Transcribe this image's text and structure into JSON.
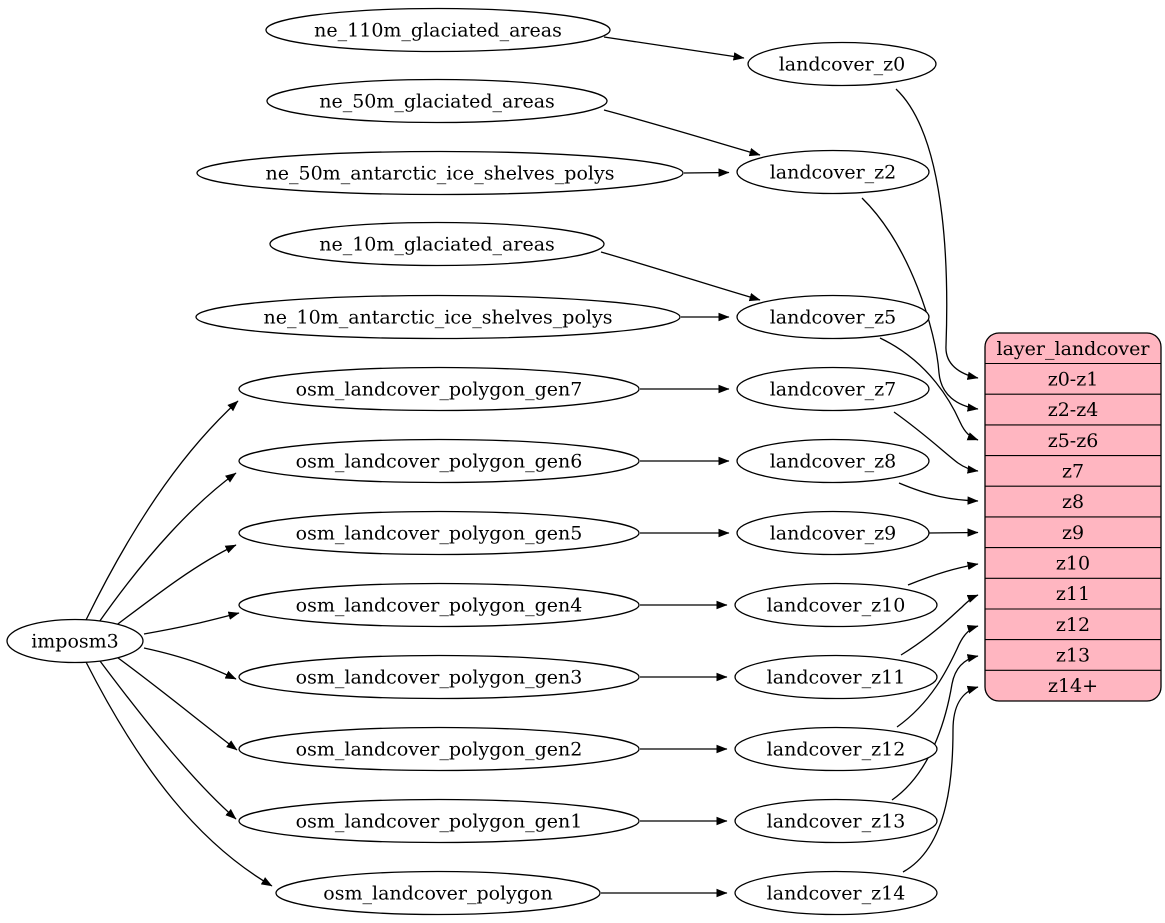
{
  "diagram": {
    "type": "dependency-graph",
    "root": {
      "label": "imposm3"
    },
    "sources": [
      "ne_110m_glaciated_areas",
      "ne_50m_glaciated_areas",
      "ne_50m_antarctic_ice_shelves_polys",
      "ne_10m_glaciated_areas",
      "ne_10m_antarctic_ice_shelves_polys",
      "osm_landcover_polygon_gen7",
      "osm_landcover_polygon_gen6",
      "osm_landcover_polygon_gen5",
      "osm_landcover_polygon_gen4",
      "osm_landcover_polygon_gen3",
      "osm_landcover_polygon_gen2",
      "osm_landcover_polygon_gen1",
      "osm_landcover_polygon"
    ],
    "intermediates": [
      "landcover_z0",
      "landcover_z2",
      "landcover_z5",
      "landcover_z7",
      "landcover_z8",
      "landcover_z9",
      "landcover_z10",
      "landcover_z11",
      "landcover_z12",
      "landcover_z13",
      "landcover_z14"
    ],
    "table": {
      "header": "layer_landcover",
      "rows": [
        "z0-z1",
        "z2-z4",
        "z5-z6",
        "z7",
        "z8",
        "z9",
        "z10",
        "z11",
        "z12",
        "z13",
        "z14+"
      ]
    },
    "edges": [
      [
        "imposm3",
        "osm_landcover_polygon_gen7"
      ],
      [
        "imposm3",
        "osm_landcover_polygon_gen6"
      ],
      [
        "imposm3",
        "osm_landcover_polygon_gen5"
      ],
      [
        "imposm3",
        "osm_landcover_polygon_gen4"
      ],
      [
        "imposm3",
        "osm_landcover_polygon_gen3"
      ],
      [
        "imposm3",
        "osm_landcover_polygon_gen2"
      ],
      [
        "imposm3",
        "osm_landcover_polygon_gen1"
      ],
      [
        "imposm3",
        "osm_landcover_polygon"
      ],
      [
        "ne_110m_glaciated_areas",
        "landcover_z0"
      ],
      [
        "ne_50m_glaciated_areas",
        "landcover_z2"
      ],
      [
        "ne_50m_antarctic_ice_shelves_polys",
        "landcover_z2"
      ],
      [
        "ne_10m_glaciated_areas",
        "landcover_z5"
      ],
      [
        "ne_10m_antarctic_ice_shelves_polys",
        "landcover_z5"
      ],
      [
        "osm_landcover_polygon_gen7",
        "landcover_z7"
      ],
      [
        "osm_landcover_polygon_gen6",
        "landcover_z8"
      ],
      [
        "osm_landcover_polygon_gen5",
        "landcover_z9"
      ],
      [
        "osm_landcover_polygon_gen4",
        "landcover_z10"
      ],
      [
        "osm_landcover_polygon_gen3",
        "landcover_z11"
      ],
      [
        "osm_landcover_polygon_gen2",
        "landcover_z12"
      ],
      [
        "osm_landcover_polygon_gen1",
        "landcover_z13"
      ],
      [
        "osm_landcover_polygon",
        "landcover_z14"
      ],
      [
        "landcover_z0",
        "z0-z1"
      ],
      [
        "landcover_z2",
        "z2-z4"
      ],
      [
        "landcover_z5",
        "z5-z6"
      ],
      [
        "landcover_z7",
        "z7"
      ],
      [
        "landcover_z8",
        "z8"
      ],
      [
        "landcover_z9",
        "z9"
      ],
      [
        "landcover_z10",
        "z10"
      ],
      [
        "landcover_z11",
        "z11"
      ],
      [
        "landcover_z12",
        "z12"
      ],
      [
        "landcover_z13",
        "z13"
      ],
      [
        "landcover_z14",
        "z14+"
      ]
    ],
    "colors": {
      "background": "#ffffff",
      "node_fill": "#ffffff",
      "edge_stroke": "#000000",
      "table_fill": "#ffb6c1",
      "text": "#000000"
    }
  }
}
